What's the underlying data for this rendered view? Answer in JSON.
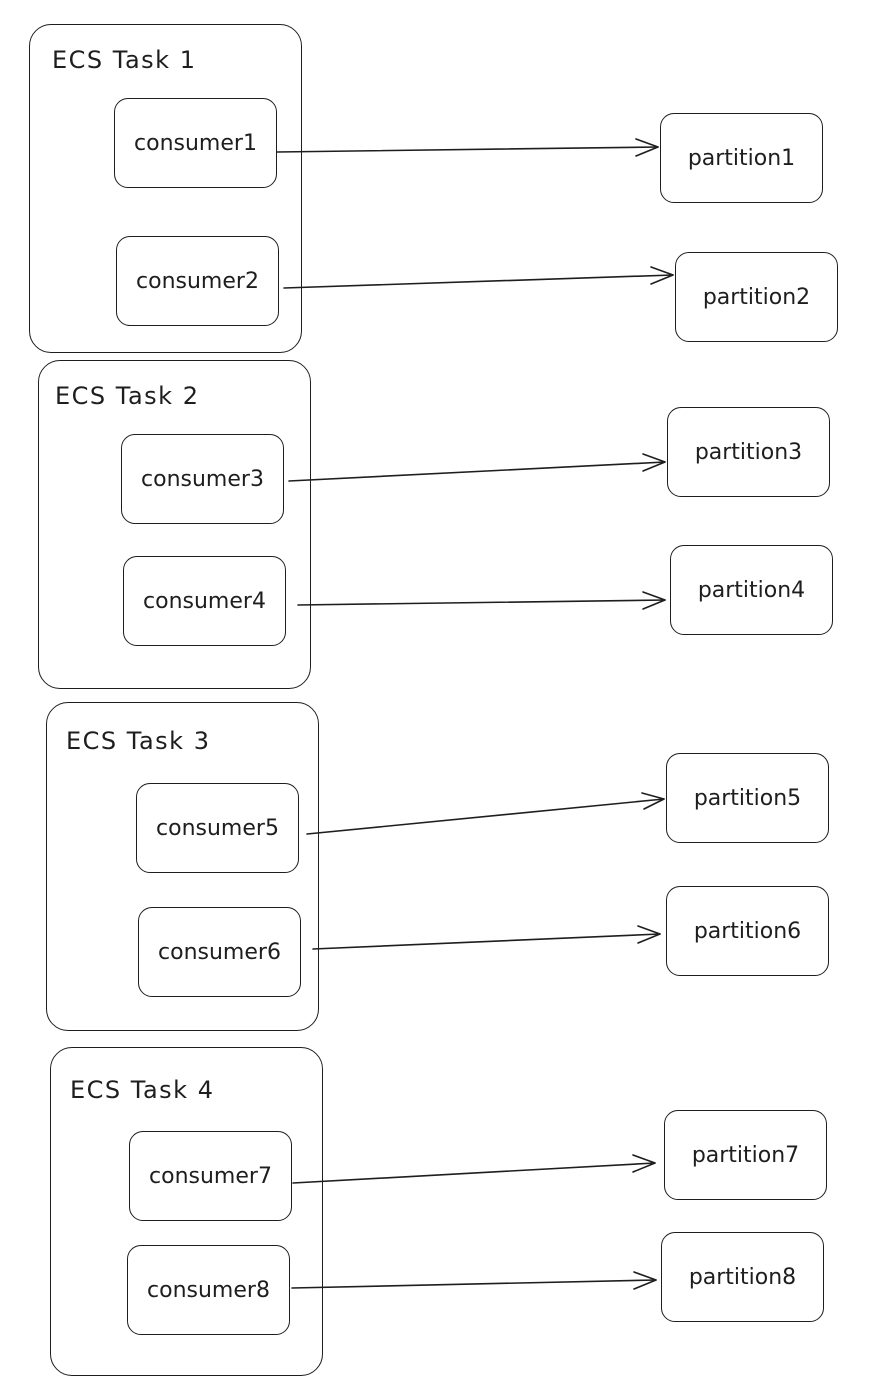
{
  "tasks": [
    {
      "title": "ECS Task 1",
      "consumers": [
        "consumer1",
        "consumer2"
      ],
      "partitions": [
        "partition1",
        "partition2"
      ]
    },
    {
      "title": "ECS Task 2",
      "consumers": [
        "consumer3",
        "consumer4"
      ],
      "partitions": [
        "partition3",
        "partition4"
      ]
    },
    {
      "title": "ECS Task 3",
      "consumers": [
        "consumer5",
        "consumer6"
      ],
      "partitions": [
        "partition5",
        "partition6"
      ]
    },
    {
      "title": "ECS Task 4",
      "consumers": [
        "consumer7",
        "consumer8"
      ],
      "partitions": [
        "partition7",
        "partition8"
      ]
    }
  ]
}
